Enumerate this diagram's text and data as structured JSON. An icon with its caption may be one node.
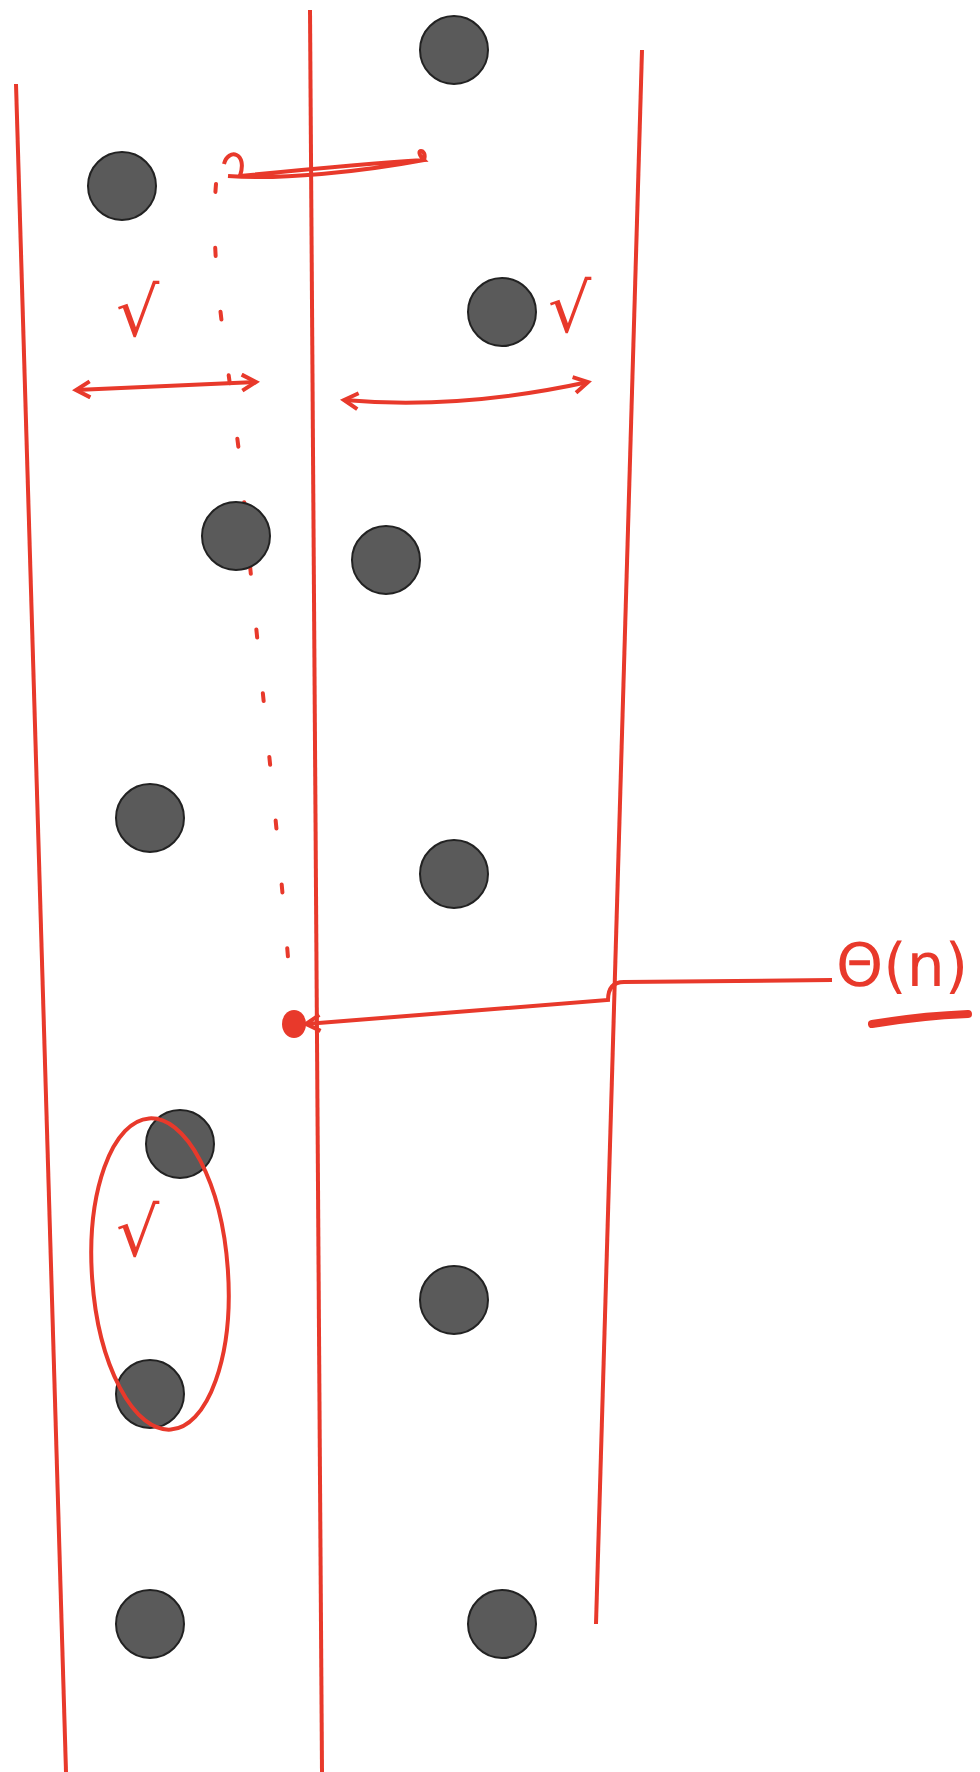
{
  "diagram": {
    "nodes": [
      {
        "text": [
          "Θ(n)"
        ]
      },
      {
        "text": [],
        "shape": "circle"
      }
    ],
    "edges": [
      {
        "from": 0,
        "to": 1,
        "arrow": "to"
      }
    ],
    "labels": [
      "√",
      "√",
      "√"
    ]
  }
}
